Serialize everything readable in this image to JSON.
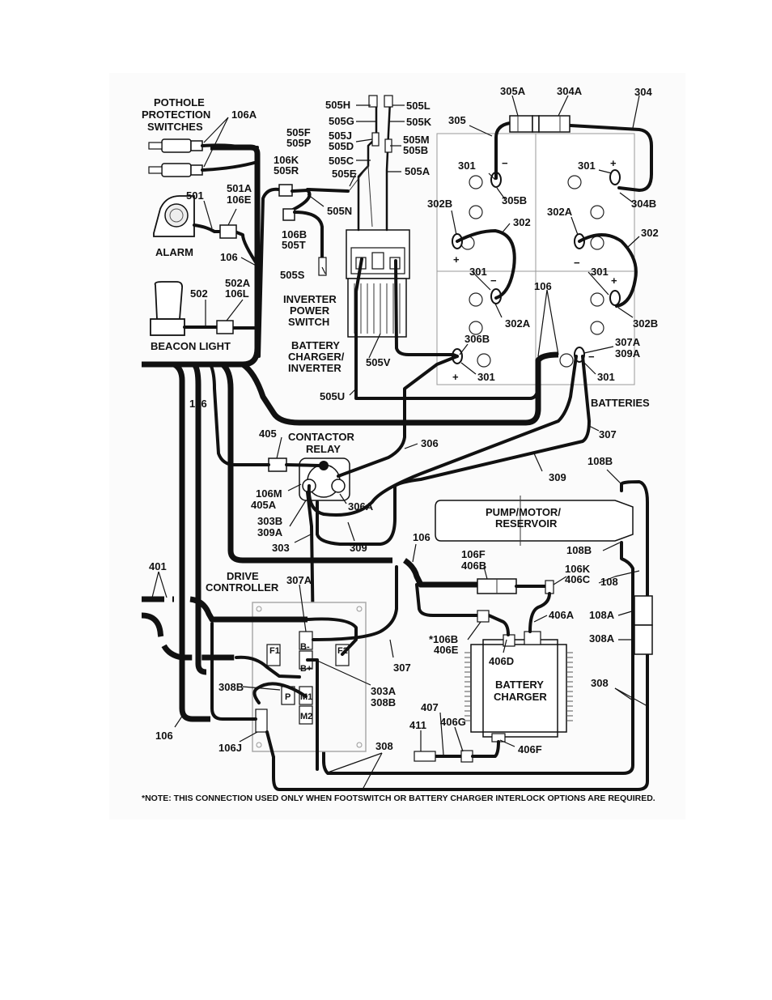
{
  "labels": {
    "pothole_title_1": "POTHOLE",
    "pothole_title_2": "PROTECTION",
    "pothole_title_3": "SWITCHES",
    "l_106A": "106A",
    "l_501": "501",
    "l_501A": "501A",
    "l_106E": "106E",
    "alarm": "ALARM",
    "l_106_left": "106",
    "l_502": "502",
    "l_502A": "502A",
    "l_106L": "106L",
    "beacon_light": "BEACON LIGHT",
    "l_106_b": "106",
    "l_505H": "505H",
    "l_505L": "505L",
    "l_505G": "505G",
    "l_505K": "505K",
    "l_505F": "505F",
    "l_505P": "505P",
    "l_505J": "505J",
    "l_505D": "505D",
    "l_505M": "505M",
    "l_505B": "505B",
    "l_505C": "505C",
    "l_106K_top": "106K",
    "l_505R": "505R",
    "l_505E": "505E",
    "l_505A": "505A",
    "l_505N": "505N",
    "l_106B_top": "106B",
    "l_505T": "505T",
    "l_505S": "505S",
    "inverter_1": "INVERTER",
    "inverter_2": "POWER",
    "inverter_3": "SWITCH",
    "charger_inv_1": "BATTERY",
    "charger_inv_2": "CHARGER/",
    "charger_inv_3": "INVERTER",
    "l_505V": "505V",
    "l_505U": "505U",
    "l_305A": "305A",
    "l_304A": "304A",
    "l_304": "304",
    "l_305": "305",
    "l_301_a": "301",
    "l_305B": "305B",
    "l_301_b": "301",
    "l_304B": "304B",
    "l_302B_a": "302B",
    "l_302_a": "302",
    "l_302A_a": "302A",
    "l_302_b": "302",
    "l_301_c": "301",
    "l_301_d": "301",
    "l_302A_b": "302A",
    "l_106_bat": "106",
    "l_302B_b": "302B",
    "l_306B": "306B",
    "l_307A_top": "307A",
    "l_309A_top": "309A",
    "l_301_e": "301",
    "l_301_f": "301",
    "batteries": "BATTERIES",
    "l_405": "405",
    "contactor_1": "CONTACTOR",
    "contactor_2": "RELAY",
    "l_306": "306",
    "l_307": "307",
    "l_309": "309",
    "l_106M": "106M",
    "l_405A": "405A",
    "l_306A": "306A",
    "l_303B": "303B",
    "l_309A": "309A",
    "l_303": "303",
    "l_309_b": "309",
    "l_108B_top": "108B",
    "pump_1": "PUMP/MOTOR/",
    "pump_2": "RESERVOIR",
    "l_108B": "108B",
    "l_108": "108",
    "l_108A": "108A",
    "l_308A": "308A",
    "l_401": "401",
    "drive_1": "DRIVE",
    "drive_2": "CONTROLLER",
    "l_307A": "307A",
    "l_106_mid": "106",
    "l_106F": "106F",
    "l_406B": "406B",
    "l_106K": "106K",
    "l_406C": "406C",
    "l_406A": "406A",
    "l_106B": "*106B",
    "l_406E": "406E",
    "l_406D": "406D",
    "l_307_b": "307",
    "l_308B": "308B",
    "l_303A": "303A",
    "l_308B_b": "308B",
    "charger_1": "BATTERY",
    "charger_2": "CHARGER",
    "l_308": "308",
    "l_407": "407",
    "l_411": "411",
    "l_406G": "406G",
    "l_406F": "406F",
    "l_106_bottom": "106",
    "l_106J": "106J",
    "l_308_bottom": "308",
    "t_F1": "F1",
    "t_F2": "F2",
    "t_Bminus": "B-",
    "t_Bplus": "B+",
    "t_P": "P",
    "t_M1": "M1",
    "t_M2": "M2",
    "plus": "+",
    "minus": "−"
  },
  "note": "*NOTE: THIS CONNECTION USED ONLY WHEN FOOTSWITCH OR BATTERY CHARGER INTERLOCK OPTIONS ARE REQUIRED."
}
